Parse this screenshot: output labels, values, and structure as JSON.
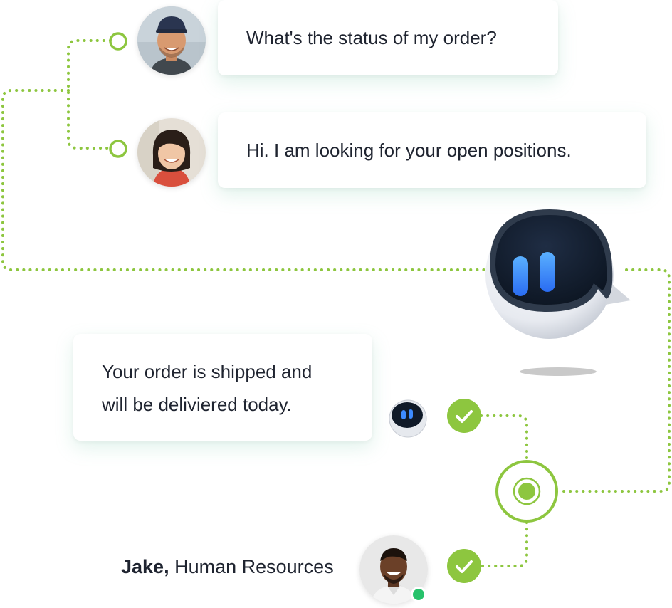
{
  "conversation": {
    "messages": [
      {
        "sender": "customer-1",
        "text": "What's the status of my order?"
      },
      {
        "sender": "customer-2",
        "text": "Hi. I am looking for your open positions."
      },
      {
        "sender": "bot",
        "lines": [
          "Your order is shipped and",
          "will be deliviered today."
        ]
      }
    ]
  },
  "agent": {
    "name": "Jake,",
    "role": "Human Resources",
    "status": "online"
  },
  "colors": {
    "accent_green": "#8dc63f",
    "check_green": "#8dc63f",
    "online": "#27c26b",
    "bot_screen": "#0d1522",
    "bot_eyes": "#3d8bff"
  },
  "icons": [
    "check-icon",
    "check-icon",
    "hub-node-icon",
    "bot-mascot",
    "bot-mini-avatar"
  ]
}
